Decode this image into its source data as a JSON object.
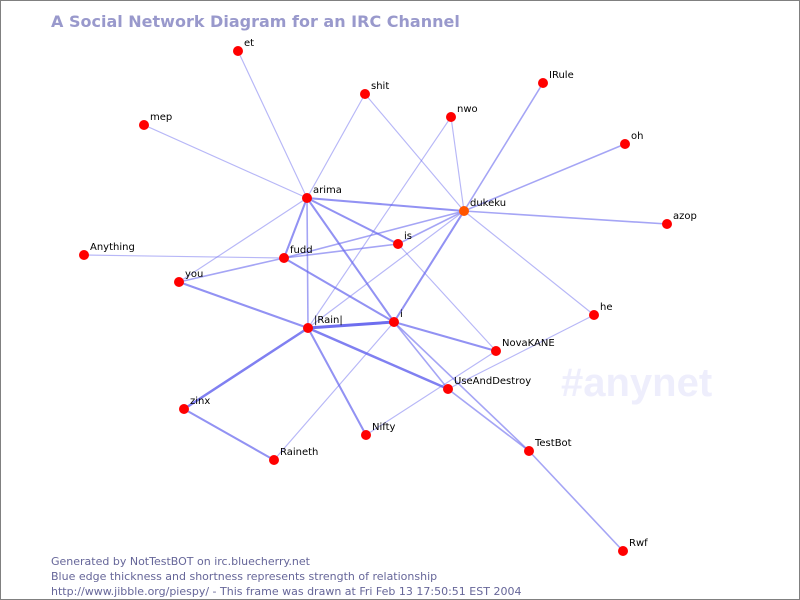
{
  "watermark": "#anynet",
  "title": "A Social Network Diagram for an IRC Channel",
  "colors": {
    "node": "#ff0000",
    "highlight_node": "#ff5500",
    "edge": "#6666ee",
    "title": "#9999cc",
    "footer": "#666699",
    "watermark": "#eeeefc"
  },
  "nodes": [
    {
      "id": "et",
      "label": "et"
    },
    {
      "id": "shit",
      "label": "shit"
    },
    {
      "id": "IRule",
      "label": "IRule"
    },
    {
      "id": "nwo",
      "label": "nwo"
    },
    {
      "id": "mep",
      "label": "mep"
    },
    {
      "id": "oh",
      "label": "oh"
    },
    {
      "id": "arima",
      "label": "arima"
    },
    {
      "id": "dukeku",
      "label": "dukeku",
      "highlight": true
    },
    {
      "id": "azop",
      "label": "azop"
    },
    {
      "id": "Anything",
      "label": "Anything"
    },
    {
      "id": "is",
      "label": "is"
    },
    {
      "id": "fudd",
      "label": "fudd"
    },
    {
      "id": "you",
      "label": "you"
    },
    {
      "id": "he",
      "label": "he"
    },
    {
      "id": "Rain",
      "label": "|Rain|"
    },
    {
      "id": "i",
      "label": "i"
    },
    {
      "id": "NovaKANE",
      "label": "NovaKANE"
    },
    {
      "id": "UseAndDestroy",
      "label": "UseAndDestroy"
    },
    {
      "id": "zinx",
      "label": "zinx"
    },
    {
      "id": "Nifty",
      "label": "Nifty"
    },
    {
      "id": "TestBot",
      "label": "TestBot"
    },
    {
      "id": "Raineth",
      "label": "Raineth"
    },
    {
      "id": "Rwf",
      "label": "Rwf"
    }
  ],
  "edges": [
    {
      "source": "et",
      "target": "arima",
      "strength": 1
    },
    {
      "source": "shit",
      "target": "arima",
      "strength": 1
    },
    {
      "source": "shit",
      "target": "dukeku",
      "strength": 1
    },
    {
      "source": "mep",
      "target": "arima",
      "strength": 1
    },
    {
      "source": "IRule",
      "target": "dukeku",
      "strength": 2
    },
    {
      "source": "nwo",
      "target": "dukeku",
      "strength": 1
    },
    {
      "source": "nwo",
      "target": "Rain",
      "strength": 1
    },
    {
      "source": "oh",
      "target": "dukeku",
      "strength": 2
    },
    {
      "source": "azop",
      "target": "dukeku",
      "strength": 2
    },
    {
      "source": "arima",
      "target": "dukeku",
      "strength": 3
    },
    {
      "source": "arima",
      "target": "is",
      "strength": 3
    },
    {
      "source": "arima",
      "target": "fudd",
      "strength": 3
    },
    {
      "source": "arima",
      "target": "you",
      "strength": 1
    },
    {
      "source": "arima",
      "target": "Rain",
      "strength": 2
    },
    {
      "source": "arima",
      "target": "i",
      "strength": 3
    },
    {
      "source": "dukeku",
      "target": "is",
      "strength": 2
    },
    {
      "source": "dukeku",
      "target": "fudd",
      "strength": 2
    },
    {
      "source": "dukeku",
      "target": "i",
      "strength": 3
    },
    {
      "source": "dukeku",
      "target": "Rain",
      "strength": 1
    },
    {
      "source": "dukeku",
      "target": "he",
      "strength": 1
    },
    {
      "source": "Anything",
      "target": "fudd",
      "strength": 1
    },
    {
      "source": "fudd",
      "target": "is",
      "strength": 2
    },
    {
      "source": "fudd",
      "target": "you",
      "strength": 2
    },
    {
      "source": "fudd",
      "target": "i",
      "strength": 3
    },
    {
      "source": "is",
      "target": "NovaKANE",
      "strength": 1
    },
    {
      "source": "you",
      "target": "Rain",
      "strength": 3
    },
    {
      "source": "Rain",
      "target": "i",
      "strength": 5
    },
    {
      "source": "Rain",
      "target": "UseAndDestroy",
      "strength": 4
    },
    {
      "source": "Rain",
      "target": "zinx",
      "strength": 4
    },
    {
      "source": "Rain",
      "target": "Nifty",
      "strength": 3
    },
    {
      "source": "i",
      "target": "NovaKANE",
      "strength": 3
    },
    {
      "source": "i",
      "target": "UseAndDestroy",
      "strength": 2
    },
    {
      "source": "i",
      "target": "TestBot",
      "strength": 2
    },
    {
      "source": "i",
      "target": "Raineth",
      "strength": 1
    },
    {
      "source": "he",
      "target": "UseAndDestroy",
      "strength": 1
    },
    {
      "source": "NovaKANE",
      "target": "Nifty",
      "strength": 1
    },
    {
      "source": "UseAndDestroy",
      "target": "TestBot",
      "strength": 2
    },
    {
      "source": "zinx",
      "target": "Raineth",
      "strength": 3
    },
    {
      "source": "TestBot",
      "target": "Rwf",
      "strength": 2
    }
  ],
  "footer": {
    "line1": "Generated by NotTestBOT on irc.bluecherry.net",
    "line2": "Blue edge thickness and shortness represents strength of relationship",
    "line3": "http://www.jibble.org/piespy/ - This frame was drawn at Fri Feb 13 17:50:51 EST 2004"
  }
}
